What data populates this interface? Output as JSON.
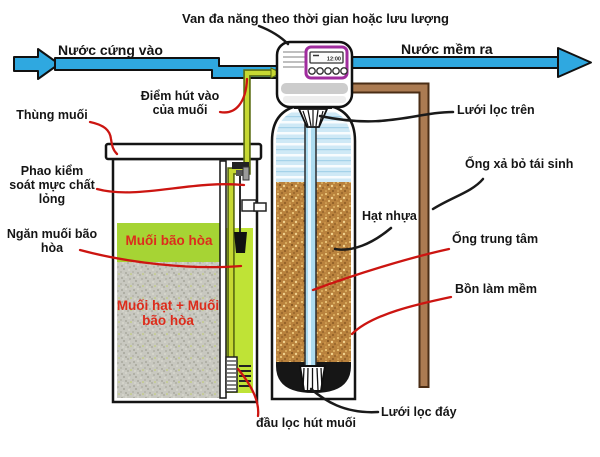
{
  "labels": {
    "valve_title": "Van đa năng theo thời gian hoặc lưu lượng",
    "inlet": "Nước cứng vào",
    "outlet": "Nước mềm ra",
    "salt_tank": "Thùng muối",
    "float_control": "Phao kiểm\nsoát mực chất\nlỏng",
    "brine_compartment": "Ngăn muối bão\nhòa",
    "brine_suction_point": "Điểm hút vào\ncủa muối",
    "top_screen": "Lưới lọc trên",
    "regen_drain": "Ống xả bỏ tái sinh",
    "resin": "Hạt nhựa",
    "center_tube": "Ống trung tâm",
    "softener_tank": "Bồn làm mềm",
    "bottom_screen": "Lưới lọc đáy",
    "salt_suction_filter": "đầu lọc hút muối",
    "saturated_salt": "Muối bão hòa",
    "salt_mix": "Muối hạt + Muối\nbão hòa"
  },
  "valve": {
    "display_time": "12:00"
  },
  "colors": {
    "pipe_blue": "#2fa8e0",
    "drain_brown": "#ab7b52",
    "brine_green": "#bfe336",
    "salt_green": "#a6d434",
    "valve_panel_purple": "#a02d9e",
    "annotation_red": "#cc1511",
    "annotation_black": "#1a1a1a",
    "red_text": "#dd2c1c"
  }
}
